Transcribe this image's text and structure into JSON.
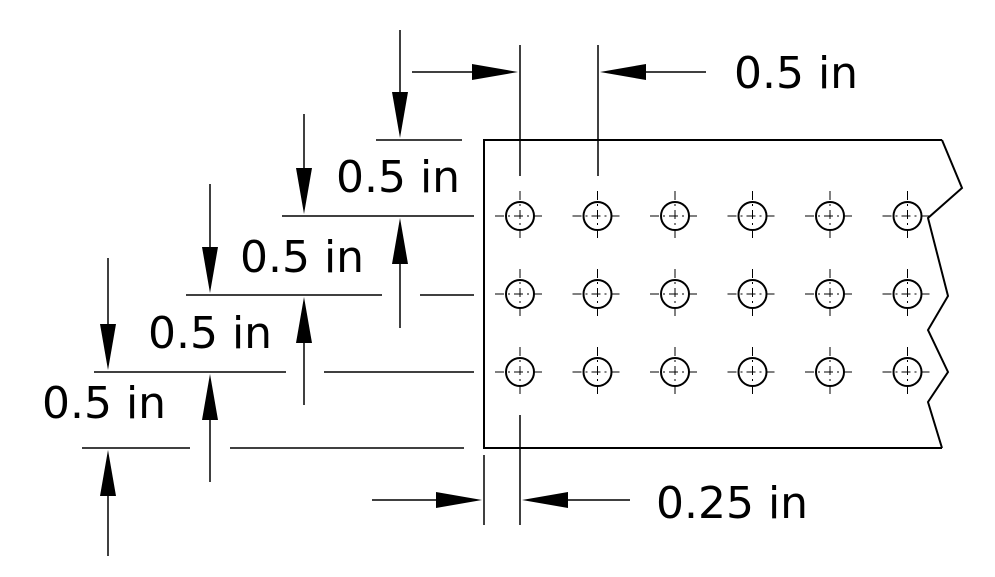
{
  "dimensions": {
    "hole_pitch": "0.5 in",
    "row_1_spacing": "0.5 in",
    "row_2_spacing": "0.5 in",
    "row_3_spacing": "0.5 in",
    "edge_to_row": "0.5 in",
    "edge_to_column": "0.25 in"
  },
  "hole_grid": {
    "rows": 3,
    "columns": 6
  }
}
